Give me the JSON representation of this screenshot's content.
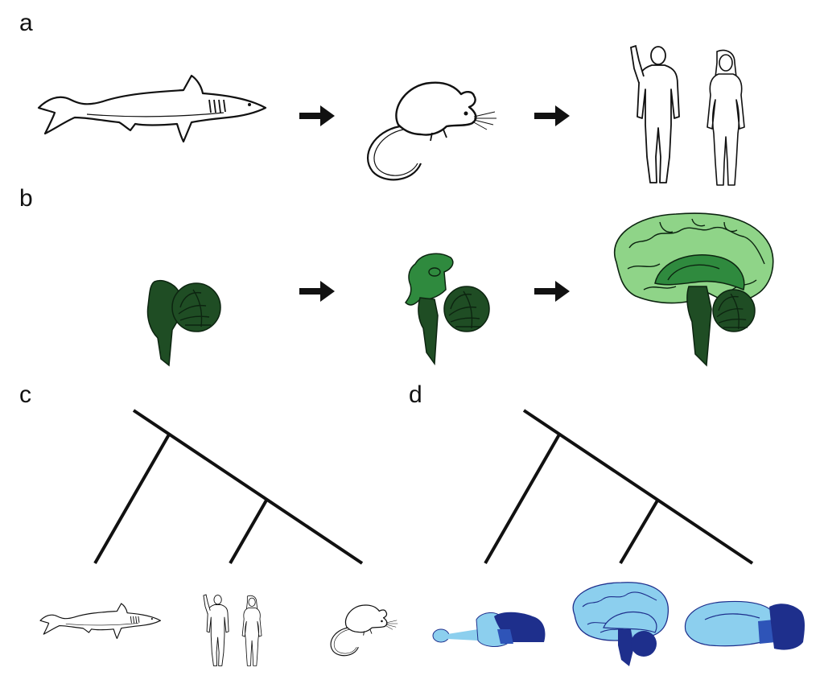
{
  "panels": {
    "a": {
      "label": "a"
    },
    "b": {
      "label": "b"
    },
    "c": {
      "label": "c"
    },
    "d": {
      "label": "d"
    }
  },
  "colors": {
    "brain_dark_green": "#1f4d24",
    "brain_mid_green": "#2f8a3e",
    "brain_light_green": "#8fd488",
    "brain_light_blue": "#8ccfee",
    "brain_dark_blue": "#1e2f8c",
    "brain_mid_blue": "#2e54b8",
    "line": "#111111"
  },
  "icons": {
    "row_a": [
      "shark-icon",
      "arrow-right-icon",
      "mouse-icon",
      "arrow-right-icon",
      "human-couple-icon"
    ],
    "row_b": [
      "shark-brain-icon",
      "arrow-right-icon",
      "mouse-brain-icon",
      "arrow-right-icon",
      "human-brain-icon"
    ],
    "row_c": [
      "shark-icon",
      "human-couple-icon",
      "mouse-icon"
    ],
    "row_d": [
      "shark-brain-blue-icon",
      "human-brain-blue-icon",
      "mouse-brain-blue-icon"
    ]
  }
}
